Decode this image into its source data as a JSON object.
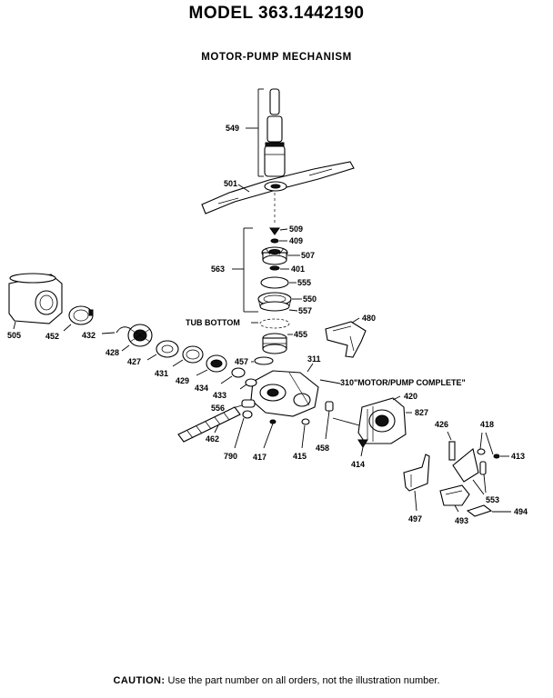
{
  "header": {
    "model": "MODEL 363.1442190",
    "section": "MOTOR-PUMP MECHANISM"
  },
  "footer": {
    "caution_label": "CAUTION:",
    "caution_text": " Use the part number on all orders, not the illustration number."
  },
  "labels": {
    "p549": "549",
    "p501": "501",
    "p509": "509",
    "p409": "409",
    "p507": "507",
    "p563": "563",
    "p401": "401",
    "p555": "555",
    "p550": "550",
    "p557": "557",
    "tub_bottom": "TUB BOTTOM",
    "p480": "480",
    "p455": "455",
    "p505": "505",
    "p452": "452",
    "p432": "432",
    "p428": "428",
    "p427": "427",
    "p431": "431",
    "p429": "429",
    "p434": "434",
    "p457": "457",
    "p433": "433",
    "p311": "311",
    "p310": "310\"MOTOR/PUMP COMPLETE\"",
    "p420": "420",
    "p827": "827",
    "p556": "556",
    "p462": "462",
    "p790": "790",
    "p417": "417",
    "p415": "415",
    "p458": "458",
    "p414": "414",
    "p426": "426",
    "p418": "418",
    "p413": "413",
    "p553": "553",
    "p497": "497",
    "p493": "493",
    "p494": "494"
  }
}
